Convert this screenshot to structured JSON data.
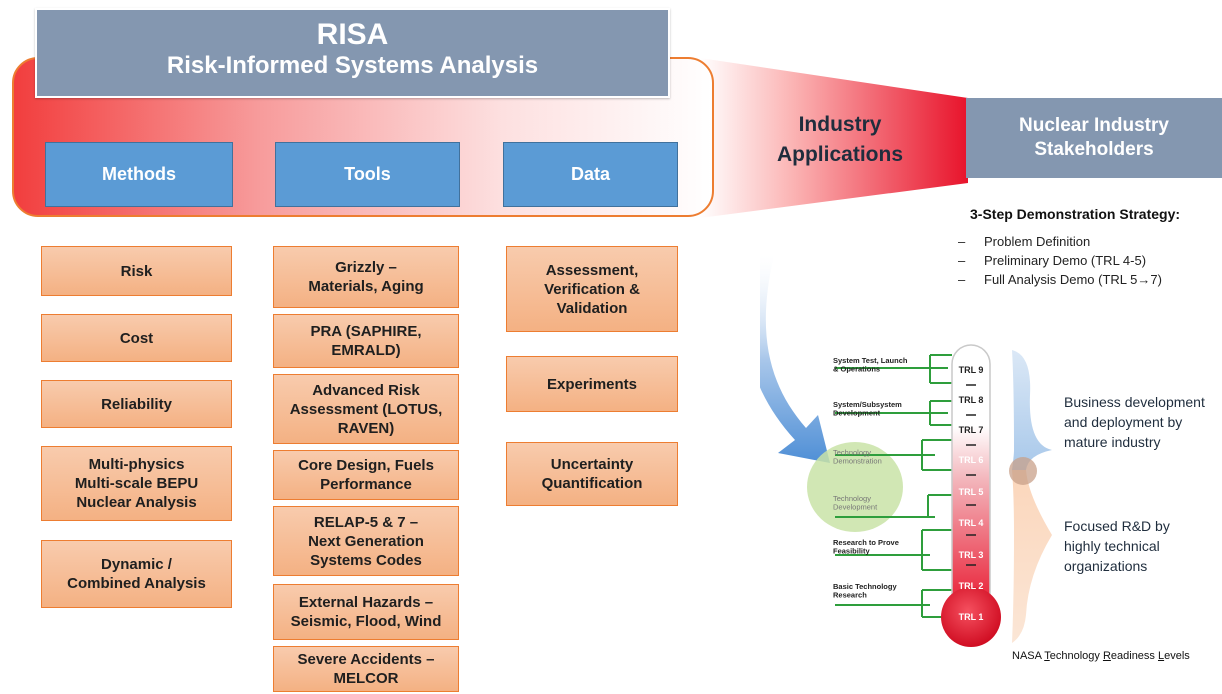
{
  "header": {
    "title": "RISA",
    "subtitle": "Risk-Informed Systems Analysis"
  },
  "categories": [
    {
      "label": "Methods",
      "items": [
        "Risk",
        "Cost",
        "Reliability",
        "Multi-physics\nMulti-scale BEPU\nNuclear Analysis",
        "Dynamic /\nCombined Analysis"
      ]
    },
    {
      "label": "Tools",
      "items": [
        "Grizzly –\nMaterials, Aging",
        "PRA (SAPHIRE,\nEMRALD)",
        "Advanced Risk\nAssessment (LOTUS,\nRAVEN)",
        "Core Design, Fuels\nPerformance",
        "RELAP-5 & 7 –\nNext Generation\nSystems Codes",
        "External Hazards –\nSeismic, Flood, Wind",
        "Severe Accidents –\nMELCOR"
      ]
    },
    {
      "label": "Data",
      "items": [
        "Assessment,\nVerification &\nValidation",
        "Experiments",
        "Uncertainty\nQuantification"
      ]
    }
  ],
  "industry_applications": "Industry\nApplications",
  "stakeholders": "Nuclear Industry\nStakeholders",
  "strategy": {
    "title": "3-Step Demonstration Strategy:",
    "dash": "–",
    "steps": [
      "Problem Definition",
      "Preliminary Demo (TRL 4-5)",
      "Full Analysis Demo (TRL 5→7)"
    ]
  },
  "trl": {
    "levels": [
      "TRL 9",
      "TRL 8",
      "TRL 7",
      "TRL 6",
      "TRL 5",
      "TRL 4",
      "TRL 3",
      "TRL 2",
      "TRL 1"
    ],
    "phases": [
      "System Test, Launch\n& Operations",
      "System/Subsystem\nDevelopment",
      "Technology\nDemonstration",
      "Technology\nDevelopment",
      "Research to Prove\nFeasibility",
      "Basic Technology\nResearch"
    ],
    "business_text": "Business development\nand deployment by\nmature industry",
    "rd_text": "Focused R&D by\nhighly technical\norganizations",
    "caption_parts": [
      "NASA ",
      "T",
      "echnology ",
      "R",
      "eadiness ",
      "L",
      "evels"
    ]
  },
  "colors": {
    "slate": "#8497b0",
    "blue": "#5b9bd5",
    "orange_border": "#ed7d31",
    "red": "#e8132b",
    "green": "#2e9e3c"
  }
}
